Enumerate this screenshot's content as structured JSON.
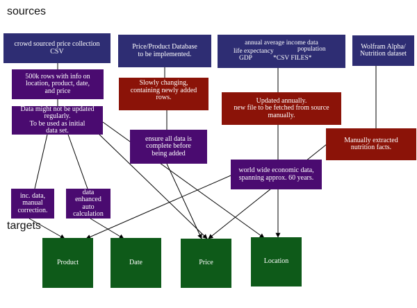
{
  "headings": {
    "sources": "sources",
    "targets": "targets"
  },
  "colors": {
    "source": "#2e2d73",
    "note": "#4a0b70",
    "process": "#8b1308",
    "target": "#0e5a19",
    "edge": "#000000"
  },
  "sources": {
    "crowd": {
      "lines": [
        "crowd sourced price collection",
        "CSV"
      ]
    },
    "pricedb": {
      "lines": [
        "Price/Product Database",
        "to be implemented."
      ]
    },
    "income": {
      "line1": "annual average income data",
      "line2_left": "life expectancy",
      "line2_right": "population",
      "line3_left": "GDP",
      "line3_right": "*CSV FILES*"
    },
    "wolfram": {
      "lines": [
        "Wolfram Alpha/",
        "Nutrition dataset"
      ]
    }
  },
  "notes": {
    "rows500k": {
      "lines": [
        "500k rows with info on",
        "location, product, date,",
        "and price"
      ]
    },
    "notupdated": {
      "lines": [
        "Data might not be updated",
        "regularly.",
        "To be used as initial",
        "data set."
      ]
    },
    "ensure": {
      "lines": [
        "ensure all data is",
        "complete before",
        "being added"
      ]
    },
    "worldwide": {
      "lines": [
        "world wide economic data,",
        "spanning approx. 60 years."
      ]
    },
    "incdata": {
      "lines": [
        "inc. data,",
        "manual",
        "correction."
      ]
    },
    "enhanced": {
      "lines": [
        "data",
        "enhanced",
        "auto",
        "calculation"
      ]
    }
  },
  "processes": {
    "slowly": {
      "lines": [
        "Slowly changing,",
        "containing newly added",
        "rows."
      ]
    },
    "updated": {
      "lines": [
        "Updated annually.",
        "new file to be fetched from source",
        "manually."
      ]
    },
    "manual": {
      "lines": [
        "Manually extracted",
        "nutrition facts."
      ]
    }
  },
  "targets": {
    "product": "Product",
    "date": "Date",
    "price": "Price",
    "location": "Location"
  }
}
